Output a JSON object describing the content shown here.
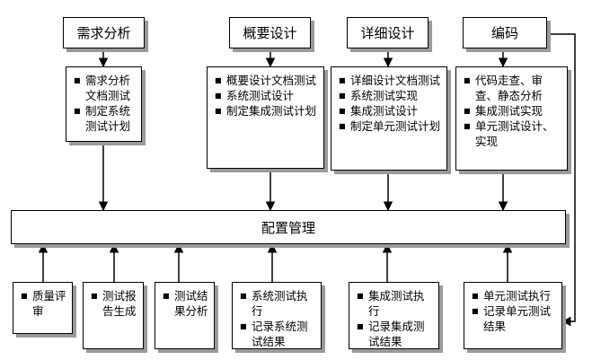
{
  "phases": [
    {
      "title": "需求分析",
      "items": [
        "需求分析文档测试",
        "制定系统测试计划"
      ]
    },
    {
      "title": "概要设计",
      "items": [
        "概要设计文档测试",
        "系统测试设计",
        "制定集成测试计划"
      ]
    },
    {
      "title": "详细设计",
      "items": [
        "详细设计文档测试",
        "系统测试实现",
        "集成测试设计",
        "制定单元测试计划"
      ]
    },
    {
      "title": "编码",
      "items": [
        "代码走查、审查、静态分析",
        "集成测试实现",
        "单元测试设计、实现"
      ]
    }
  ],
  "config": "配置管理",
  "bottom": [
    {
      "items": [
        "质量评审"
      ]
    },
    {
      "items": [
        "测试报告生成"
      ]
    },
    {
      "items": [
        "测试结果分析"
      ]
    },
    {
      "items": [
        "系统测试执行",
        "记录系统测试结果"
      ]
    },
    {
      "items": [
        "集成测试执行",
        "记录集成测试结果"
      ]
    },
    {
      "items": [
        "单元测试执行",
        "记录单元测试结果"
      ]
    }
  ]
}
